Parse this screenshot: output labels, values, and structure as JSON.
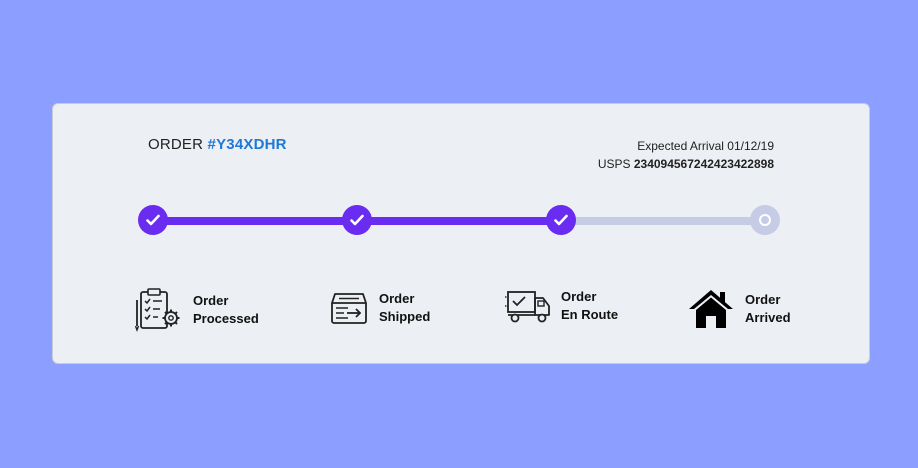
{
  "order": {
    "prefix": "ORDER",
    "code": "#Y34XDHR"
  },
  "shipping": {
    "expected_label": "Expected Arrival",
    "expected_date": "01/12/19",
    "carrier": "USPS",
    "tracking_number": "234094567242423422898"
  },
  "progress": {
    "completed_steps": 3,
    "total_steps": 4,
    "colors": {
      "active": "#6a2cf0",
      "inactive": "#c6cbe6",
      "accent": "#1e78d6"
    }
  },
  "steps": [
    {
      "line1": "Order",
      "line2": "Processed",
      "icon": "clipboard-gear-icon",
      "status": "done"
    },
    {
      "line1": "Order",
      "line2": "Shipped",
      "icon": "box-arrow-icon",
      "status": "done"
    },
    {
      "line1": "Order",
      "line2": "En Route",
      "icon": "delivery-truck-icon",
      "status": "done"
    },
    {
      "line1": "Order",
      "line2": "Arrived",
      "icon": "house-icon",
      "status": "pending"
    }
  ]
}
